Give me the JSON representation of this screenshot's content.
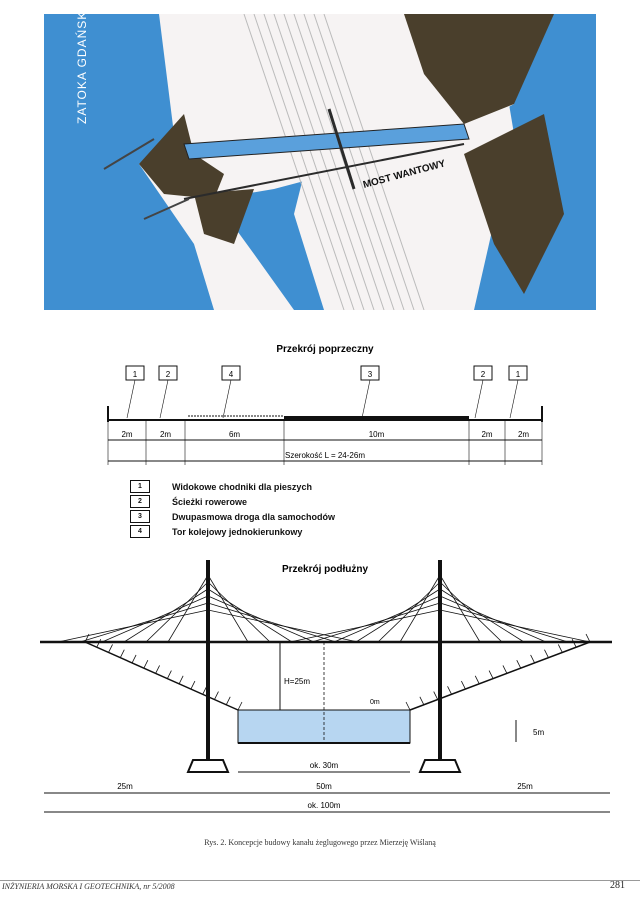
{
  "map": {
    "zatoka_label": "ZATOKA GDAŃSKA",
    "bridge_label": "MOST WANTOWY",
    "colors": {
      "sea": "#3f8fd1",
      "land": "#f6f3f3",
      "forest": "#4a3f2c",
      "road": "#2b2b2b",
      "canal": "#5aa0dc"
    }
  },
  "cross_section": {
    "title": "Przekrój poprzeczny",
    "markers": [
      "1",
      "2",
      "4",
      "3",
      "2",
      "1"
    ],
    "dimensions": [
      "2m",
      "2m",
      "6m",
      "10m",
      "2m",
      "2m"
    ],
    "total_label": "Szerokość L = 24-26m"
  },
  "legend": {
    "items": [
      {
        "num": "1",
        "text": "Widokowe chodniki dla pieszych"
      },
      {
        "num": "2",
        "text": "Ścieżki rowerowe"
      },
      {
        "num": "3",
        "text": "Dwupasmowa droga dla samochodów"
      },
      {
        "num": "4",
        "text": "Tor kolejowy jednokierunkowy"
      }
    ]
  },
  "longitudinal": {
    "title": "Przekrój podłużny",
    "height_label": "H=25m",
    "water_level": "0m",
    "depth": "5m",
    "canal_width": "ok. 30m",
    "span": "50m",
    "side_left": "25m",
    "side_right": "25m",
    "total": "ok. 100m",
    "water_color": "#b7d6f1"
  },
  "caption": "Rys. 2. Koncepcje budowy kanału żeglugowego przez Mierzeję Wiślaną",
  "footer": {
    "left": "INŻYNIERIA MORSKA I GEOTECHNIKA, nr 5/2008",
    "page": "281"
  }
}
